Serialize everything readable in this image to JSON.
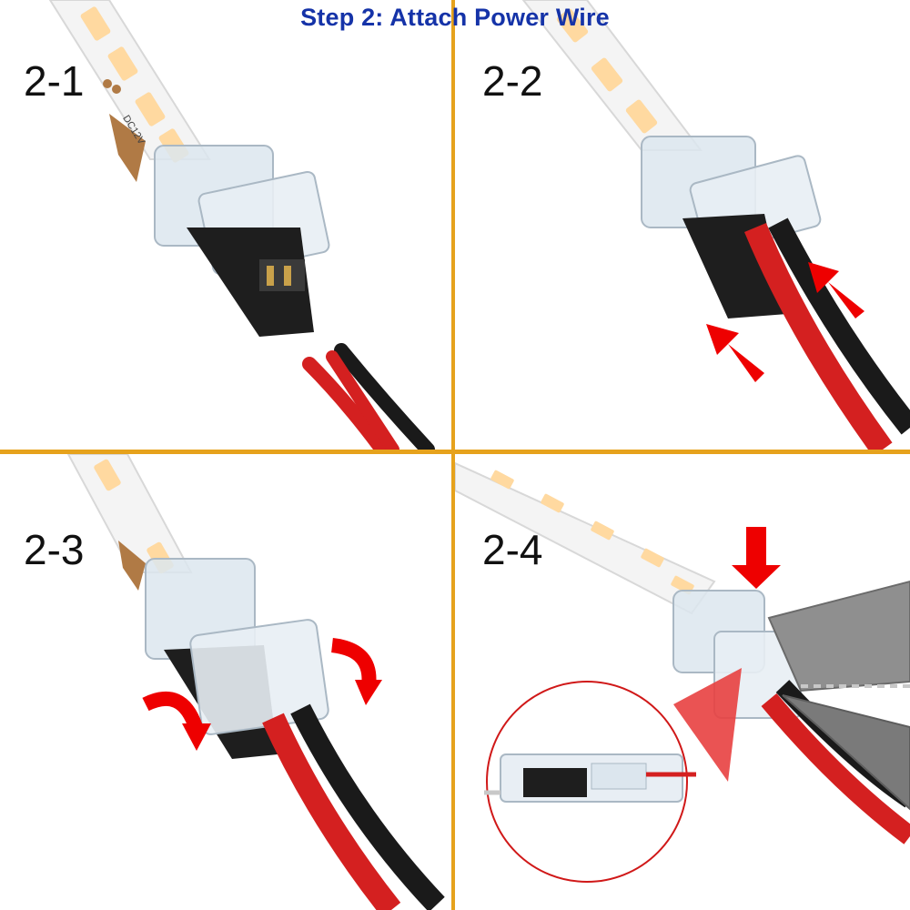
{
  "title": "Step 2: Attach Power Wire",
  "steps": [
    {
      "label": "2-1"
    },
    {
      "label": "2-2"
    },
    {
      "label": "2-3"
    },
    {
      "label": "2-4"
    }
  ],
  "strip_marking": "DC12V",
  "colors": {
    "title": "#1533a8",
    "divider": "#e6a21c",
    "arrow": "#ee0000",
    "wire_red": "#d42020",
    "wire_black": "#1a1a1a",
    "led": "#ffd9a0"
  }
}
